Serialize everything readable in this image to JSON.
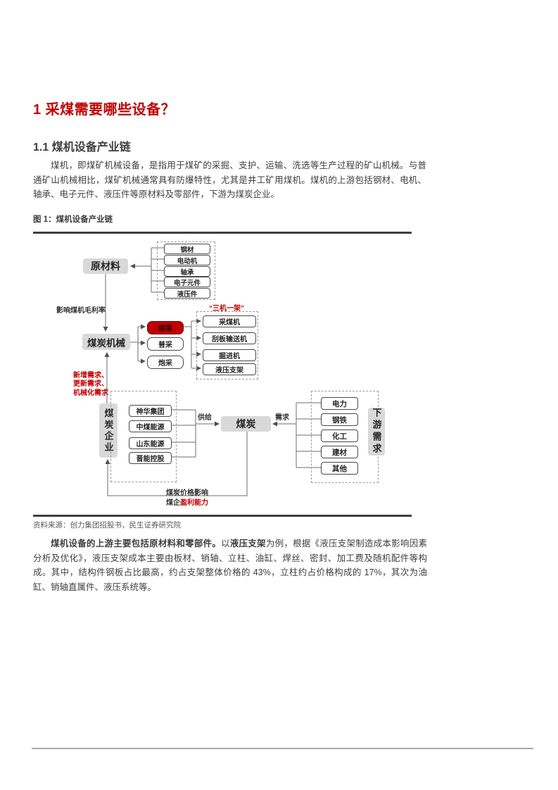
{
  "page": {
    "heading1": "1 采煤需要哪些设备？",
    "heading2": "1.1 煤机设备产业链",
    "paragraph1": "煤机，即煤矿机械设备，是指用于煤矿的采掘、支护、运输、洗选等生产过程的矿山机械。与普通矿山机械相比，煤矿机械通常具有防爆特性，尤其是井工矿用煤机。煤机的上游包括钢材、电机、轴承、电子元件、液压件等原材料及零部件，下游为煤炭企业。",
    "figure_caption": "图 1：煤机设备产业链",
    "source": "资料来源：创力集团招股书，民生证券研究院",
    "paragraph2": {
      "bold1": "煤机设备的上游主要包括原材料和零部件。",
      "normal1": "以",
      "bold2": "液压支架",
      "normal2": "为例，根据《液压支架制造成本影响因素分析及优化》，液压支架成本主要由板材、销轴、立柱、油缸、焊丝、密封、加工费及随机配件等构成。其中，结构件钢板占比最高，约占支架整体价格的 43%，立柱约占价格构成的 17%，其次为油缸、销轴直属件、液压系统等。"
    }
  },
  "diagram": {
    "raw_materials": "原材料",
    "upstream_items": [
      "钢材",
      "电动机",
      "轴承",
      "电子元件",
      "液压件"
    ],
    "margin_label": "影响煤机毛利率",
    "coal_machinery": "煤炭机械",
    "mining_methods": [
      "综采",
      "普采",
      "炮采"
    ],
    "three_machines_label": "“三机一架”",
    "machines": [
      "采煤机",
      "刮板输送机",
      "掘进机",
      "液压支架"
    ],
    "demand_labels": [
      "新增需求、",
      "更新需求、",
      "机械化需求"
    ],
    "coal_companies_title": "煤炭企业",
    "coal_companies": [
      "神华集团",
      "中煤能源",
      "山东能源",
      "晋能控股"
    ],
    "supply_label": "供给",
    "coal_node": "煤炭",
    "demand_label": "需求",
    "downstream_items": [
      "电力",
      "钢铁",
      "化工",
      "建材",
      "其他"
    ],
    "downstream_title": "下游需求",
    "feedback_line1": "煤炭价格影响",
    "feedback_line2_dark": "煤企",
    "feedback_line2_red": "盈利能力",
    "colors": {
      "accent_red": "#c00000",
      "node_gray": "#d9d9d9",
      "line_gray": "#6e6e6e"
    }
  }
}
